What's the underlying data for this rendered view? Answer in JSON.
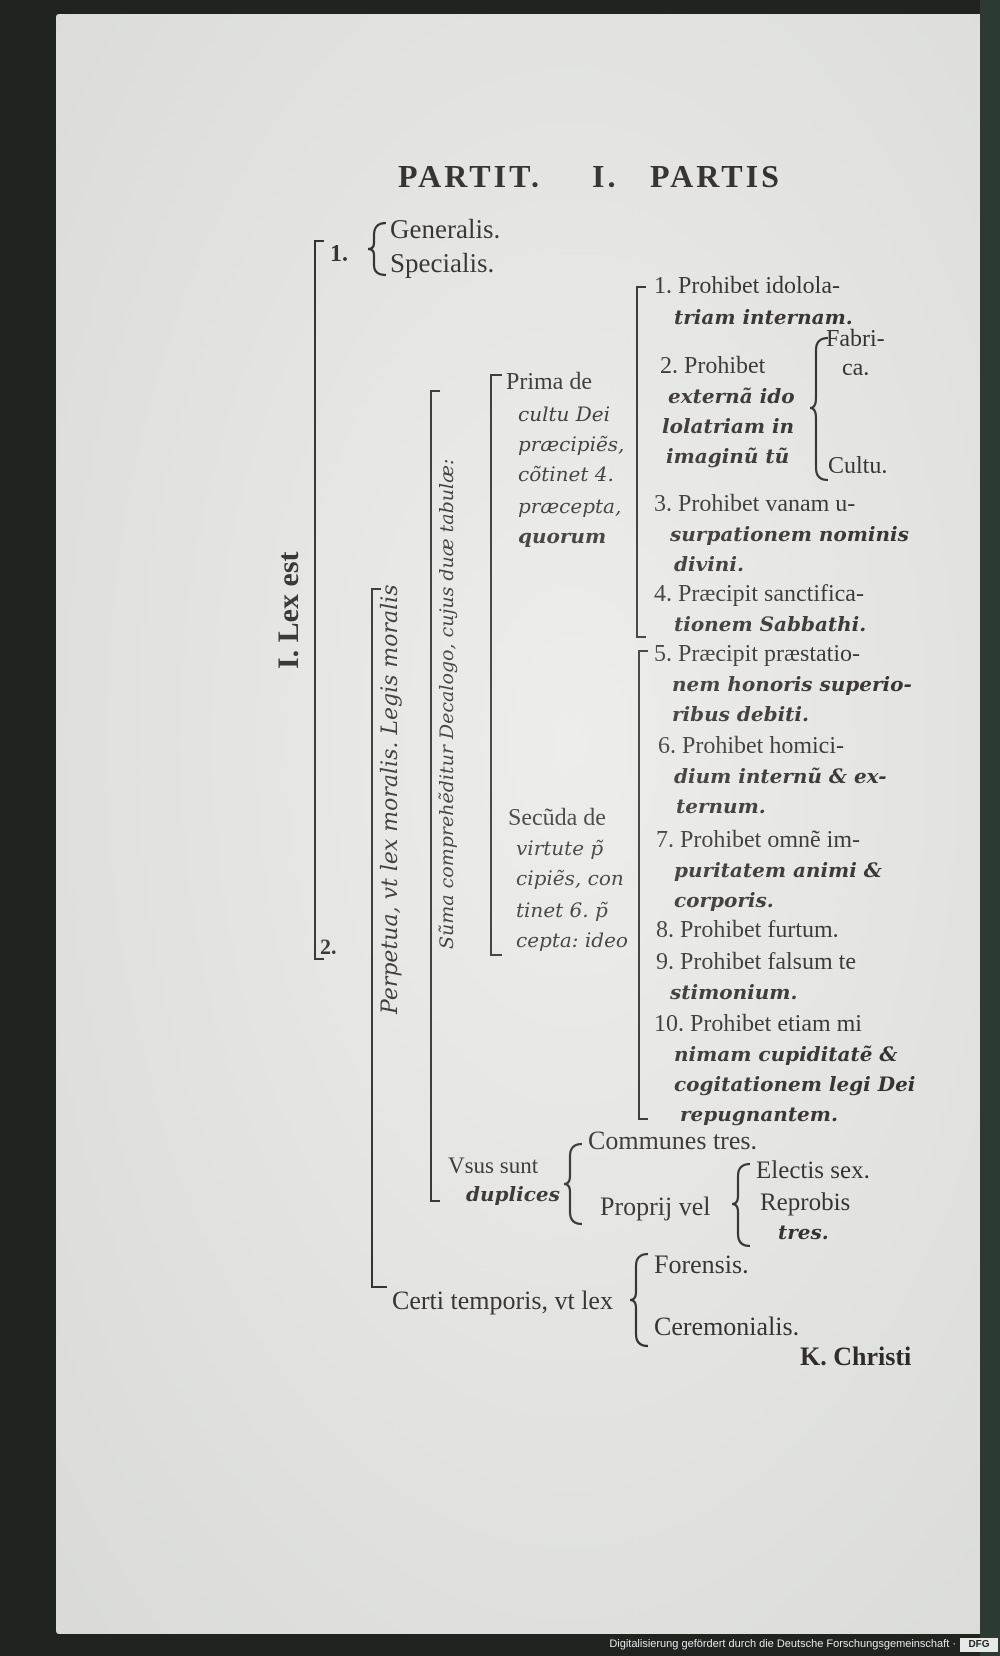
{
  "header": {
    "left": "PARTIT.",
    "middle": "I.",
    "right": "PARTIS"
  },
  "left_vertical": "I. Lex est",
  "n1": {
    "num": "1.",
    "generalis": "Generalis.",
    "specialis": "Specialis."
  },
  "n2": "2.",
  "perpetua": "Perpetua, vt lex moralis. Legis moralis",
  "suma": "Sũma comprehẽditur Decalogo, cujus duæ tabulæ:",
  "prima": [
    "Prima de",
    "cultu Dei",
    "præcipiẽs,",
    "cõtinet 4.",
    "præcepta,",
    "quorum"
  ],
  "secunda": [
    "Secũda de",
    "virtute p̃",
    "cipiẽs, con",
    "tinet 6. p̃",
    "cepta: ideo"
  ],
  "c1": [
    "1. Prohibet idolola-",
    "triam internam."
  ],
  "c2": [
    "2. Prohibet",
    "externã ido",
    "lolatriam in",
    "imaginũ tũ"
  ],
  "c2sub": {
    "a": "Fabri-",
    "a2": "ca.",
    "b": "Cultu."
  },
  "c3": [
    "3. Prohibet vanam u-",
    "surpationem nominis",
    "divini."
  ],
  "c4": [
    "4. Præcipit sanctifica-",
    "tionem Sabbathi."
  ],
  "c5": [
    "5. Præcipit præstatio-",
    "nem honoris superio-",
    "ribus debiti."
  ],
  "c6": [
    "6. Prohibet homici-",
    "dium internũ & ex-",
    "ternum."
  ],
  "c7": [
    "7. Prohibet omnẽ im-",
    "puritatem animi &",
    "corporis."
  ],
  "c8": "8. Prohibet furtum.",
  "c9": [
    "9. Prohibet falsum te",
    "stimonium."
  ],
  "c10": [
    "10. Prohibet etiam mi",
    "nimam cupiditatẽ &",
    "cogitationem legi Dei",
    "repugnantem."
  ],
  "usus": {
    "a": "Vsus sunt",
    "b": "duplices"
  },
  "communes": "Communes tres.",
  "proprij": "Proprij vel",
  "electis": "Electis sex.",
  "reprobis": "Reprobis",
  "tres": "tres.",
  "certi": "Certi temporis, vt lex",
  "forensis": "Forensis.",
  "ceremonialis": "Ceremonialis.",
  "catchword": "K. Christi",
  "credit": "Digitalisierung gefördert durch die Deutsche Forschungsgemeinschaft ·",
  "dfg": "DFG"
}
